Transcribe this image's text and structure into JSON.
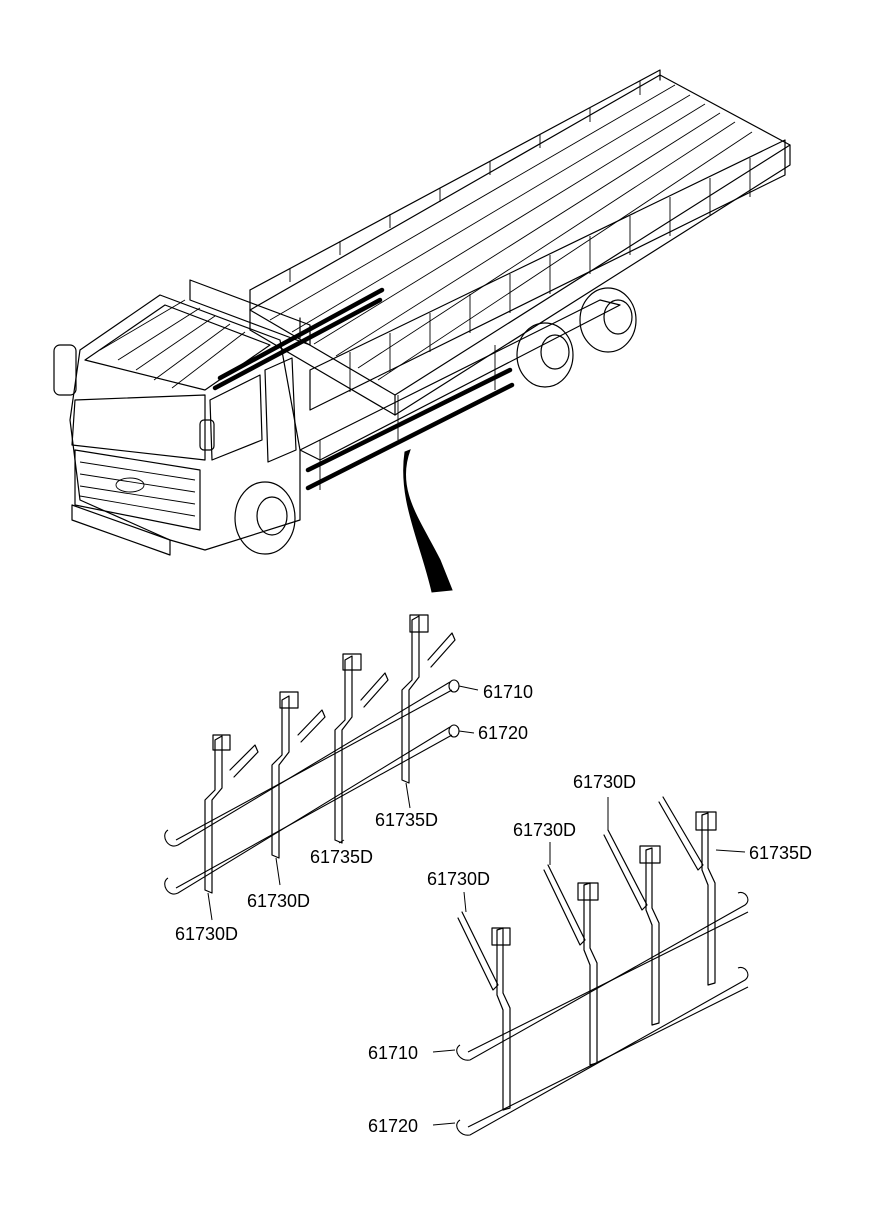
{
  "labels": {
    "top_group": {
      "pipe_upper": "61710",
      "pipe_lower": "61720",
      "bracket_a": "61735D",
      "bracket_b": "61735D",
      "bracket_c": "61730D",
      "bracket_d": "61730D"
    },
    "bottom_group": {
      "bracket_a": "61730D",
      "bracket_b": "61730D",
      "bracket_c": "61730D",
      "bracket_d": "61735D",
      "pipe_upper": "61710",
      "pipe_lower": "61720"
    }
  }
}
